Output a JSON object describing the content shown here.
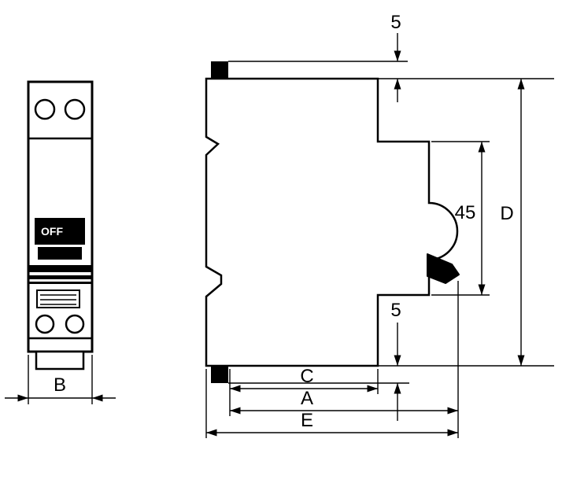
{
  "drawing": {
    "description": "Dimensional outline drawing of a 1-module DIN-rail miniature circuit breaker, front view and side view",
    "front_view": {
      "switch_label": "OFF",
      "width_label": "B"
    },
    "side_view": {
      "top_clearance_label": "5",
      "bottom_clearance_label": "5",
      "front_face_height_label": "45",
      "overall_height_label": "D",
      "depth_c_label": "C",
      "depth_a_label": "A",
      "depth_e_label": "E"
    },
    "colors": {
      "line": "#000000",
      "background": "#ffffff"
    }
  }
}
